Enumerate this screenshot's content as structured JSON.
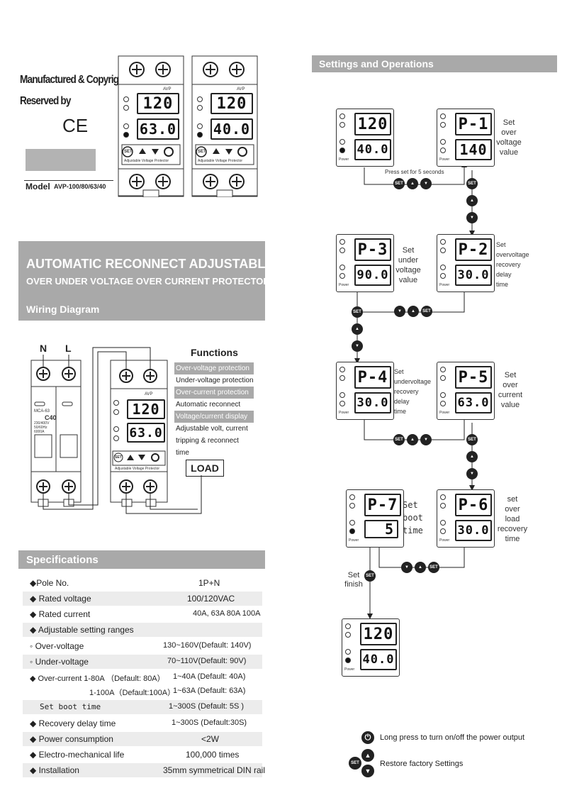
{
  "header_left": {
    "copyright_line1": "Manufactured & Copyright",
    "copyright_line2": "Reserved by",
    "ce_mark": "CE",
    "model_label": "Model",
    "model_value": "AVP-100/80/63/40"
  },
  "product_a": {
    "brand": "AVP",
    "voltage": "120",
    "current": "63.0",
    "caption": "Adjustable Voltage Protector",
    "set": "SET"
  },
  "product_b": {
    "brand": "AVP",
    "voltage": "120",
    "current": "40.0",
    "caption": "Adjustable Voltage Protector",
    "set": "SET"
  },
  "title_band": {
    "line1": "AUTOMATIC RECONNECT ADJUSTABLE",
    "line2": "OVER UNDER VOLTAGE OVER CURRENT PROTECTOR",
    "line3": "Wiring Diagram"
  },
  "wiring": {
    "n_label": "N",
    "l_label": "L",
    "breaker_model": "MCA-63",
    "breaker_rating": "C40",
    "breaker_spec1": "230/400V",
    "breaker_spec2": "50/60Hz",
    "breaker_spec3": "6000A",
    "module_brand": "AVP",
    "module_voltage": "120",
    "module_current": "63.0",
    "module_caption": "Adjustable Voltage Protector",
    "module_set": "SET",
    "load_label": "LOAD"
  },
  "functions": {
    "title": "Functions",
    "items": [
      {
        "text": "Over-voltage protection",
        "highlight": true
      },
      {
        "text": "Under-voltage protection",
        "highlight": false
      },
      {
        "text": "Over-current protection",
        "highlight": true
      },
      {
        "text": "Automatic reconnect",
        "highlight": false
      },
      {
        "text": "Voltage/current display",
        "highlight": true
      },
      {
        "text": "Adjustable volt, current",
        "highlight": false
      },
      {
        "text": "tripping & reconnect time",
        "highlight": false
      }
    ]
  },
  "specs": {
    "title": "Specifications",
    "rows": [
      {
        "label": "◆Pole No.",
        "value": "1P+N"
      },
      {
        "label": "◆ Rated voltage",
        "value": "100/120VAC"
      },
      {
        "label": "◆ Rated current",
        "value": "40A, 63A  80A 100A"
      },
      {
        "label": "◆ Adjustable setting ranges",
        "value": ""
      },
      {
        "label": "◦ Over-voltage",
        "value": "130~160V(Default: 140V)"
      },
      {
        "label": "◦ Under-voltage",
        "value": "70~110V(Default: 90V)"
      },
      {
        "label": "◆ Over-current  1-80A （Default: 80A）",
        "value": "1~40A (Default: 40A)"
      },
      {
        "label": "1-100A（Default:100A）",
        "value": "1~63A (Default: 63A)"
      },
      {
        "label": "Set boot time",
        "value": "1~300S (Default:  5S )"
      },
      {
        "label": "◆ Recovery delay time",
        "value": "1~300S (Default:30S)"
      },
      {
        "label": "◆ Power consumption",
        "value": "<2W"
      },
      {
        "label": "◆ Electro-mechanical life",
        "value": "100,000 times"
      },
      {
        "label": "◆ Installation",
        "value": "35mm symmetrical DIN rail"
      }
    ]
  },
  "settings": {
    "title": "Settings and Operations",
    "press_hint": "Press set for 5  seconds",
    "set_finish": "Set\nfinish",
    "displays": {
      "start": {
        "top": "120",
        "bottom": "40.0"
      },
      "p1": {
        "top": "P-1",
        "bottom": "140",
        "note": "Set\nover\nvoltage\nvalue"
      },
      "p2": {
        "top": "P-2",
        "bottom": "30.0",
        "note": "Set\novervoltage\nrecovery\ndelay\ntime"
      },
      "p3": {
        "top": "P-3",
        "bottom": "90.0",
        "note": "Set\nunder\nvoltage\nvalue"
      },
      "p4": {
        "top": "P-4",
        "bottom": "30.0",
        "note": "Set\nundervoltage\nrecovery\ndelay\ntime"
      },
      "p5": {
        "top": "P-5",
        "bottom": "63.0",
        "note": "Set\nover\ncurrent\nvalue"
      },
      "p6": {
        "top": "P-6",
        "bottom": "30.0",
        "note": "set\nover\nload\nrecovery\ntime"
      },
      "p7": {
        "top": "P-7",
        "bottom": "5",
        "note": "Set\nboot\ntime"
      },
      "end": {
        "top": "120",
        "bottom": "40.0"
      }
    },
    "power_label": "Power",
    "legend_power": "Long press to turn on/off the power output",
    "legend_restore": "Restore factory Settings",
    "set_button": "SET"
  }
}
